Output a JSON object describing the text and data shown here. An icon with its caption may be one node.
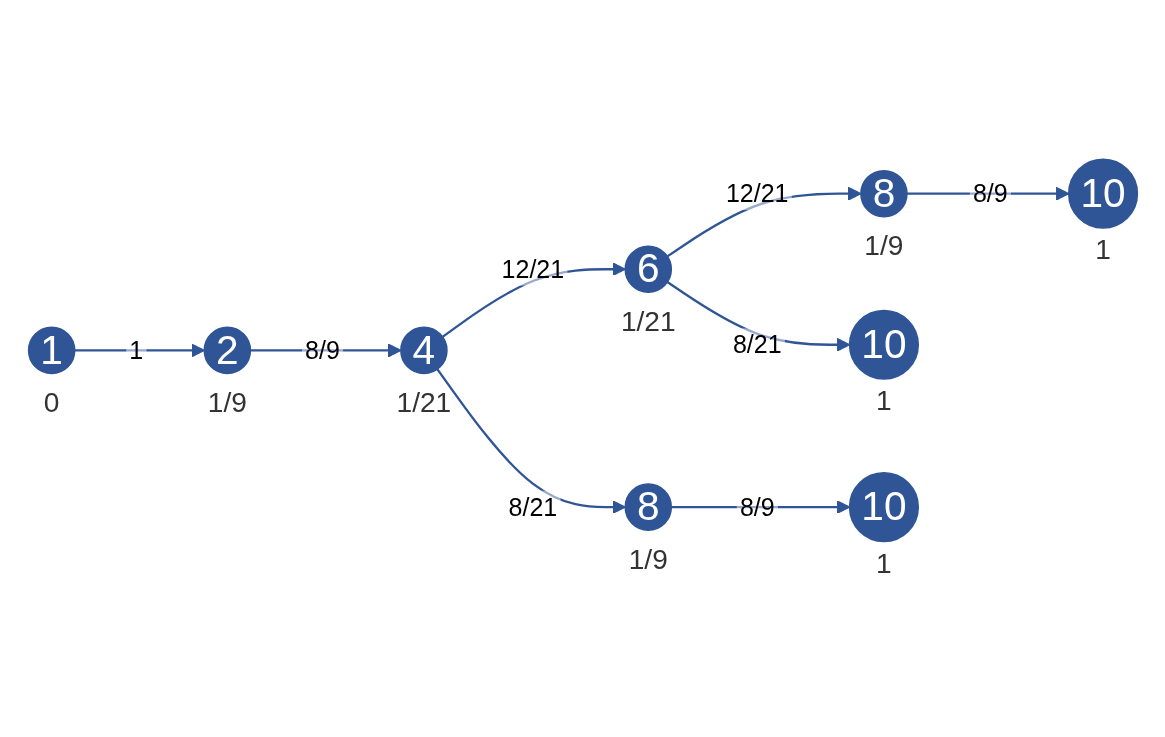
{
  "diagram": {
    "nodes": [
      {
        "text": [
          "1"
        ],
        "beside": [
          "0"
        ]
      },
      {
        "text": [
          "2"
        ],
        "beside": [
          "1/9"
        ]
      },
      {
        "text": [
          "4"
        ],
        "beside": [
          "1/21"
        ]
      },
      {
        "text": [
          "6"
        ],
        "beside": [
          "1/21"
        ]
      },
      {
        "text": [
          "8"
        ],
        "beside": [
          "1/9"
        ]
      },
      {
        "text": [
          "10"
        ],
        "beside": [
          "1"
        ]
      },
      {
        "text": [
          "10"
        ],
        "beside": [
          "1"
        ]
      },
      {
        "text": [
          "8"
        ],
        "beside": [
          "1/9"
        ]
      },
      {
        "text": [
          "10"
        ],
        "beside": [
          "1"
        ]
      }
    ],
    "edges": [
      {
        "from": 0,
        "to": 1,
        "arrow": "to",
        "label": "1"
      },
      {
        "from": 1,
        "to": 2,
        "arrow": "to",
        "label": "8/9"
      },
      {
        "from": 2,
        "to": 3,
        "arrow": "to",
        "label": "12/21"
      },
      {
        "from": 2,
        "to": 7,
        "arrow": "to",
        "label": "8/21"
      },
      {
        "from": 3,
        "to": 4,
        "arrow": "to",
        "label": "12/21"
      },
      {
        "from": 3,
        "to": 6,
        "arrow": "to",
        "label": "8/21"
      },
      {
        "from": 4,
        "to": 5,
        "arrow": "to",
        "label": "8/9"
      },
      {
        "from": 7,
        "to": 8,
        "arrow": "to",
        "label": "8/9"
      }
    ]
  }
}
